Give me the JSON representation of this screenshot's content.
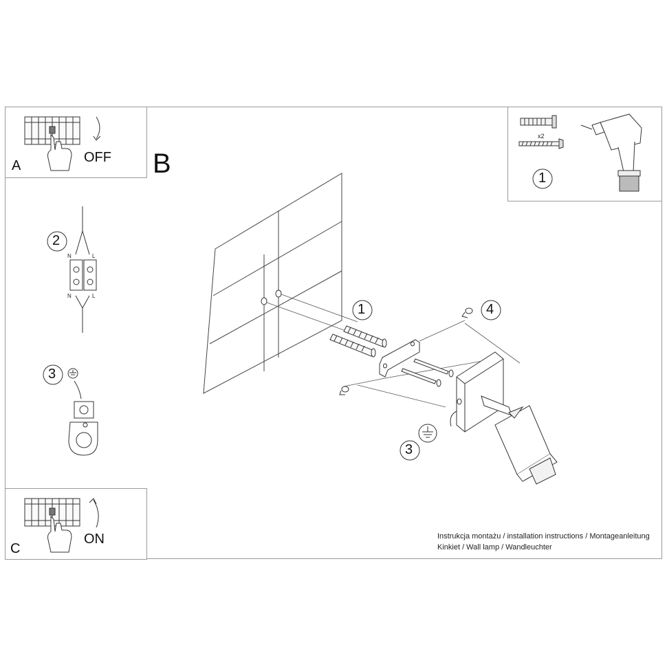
{
  "panel_a": {
    "letter": "A",
    "state": "OFF"
  },
  "panel_b": {
    "letter": "B"
  },
  "panel_c": {
    "letter": "C",
    "state": "ON"
  },
  "tools": {
    "quantity": "x2",
    "step": "1"
  },
  "steps": {
    "s1": "1",
    "s2": "2",
    "s3": "3",
    "s4": "4"
  },
  "wiring": {
    "neutral": "N",
    "live": "L"
  },
  "caption": {
    "line1": "Instrukcja montażu / installation instructions / Montageanleitung",
    "line2": "Kinkiet / Wall lamp / Wandleuchter"
  }
}
